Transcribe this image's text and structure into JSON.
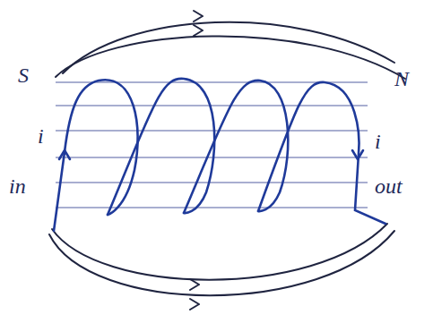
{
  "diagram": {
    "labels": [
      "S",
      "N",
      "i",
      "i",
      "in",
      "out"
    ]
  }
}
